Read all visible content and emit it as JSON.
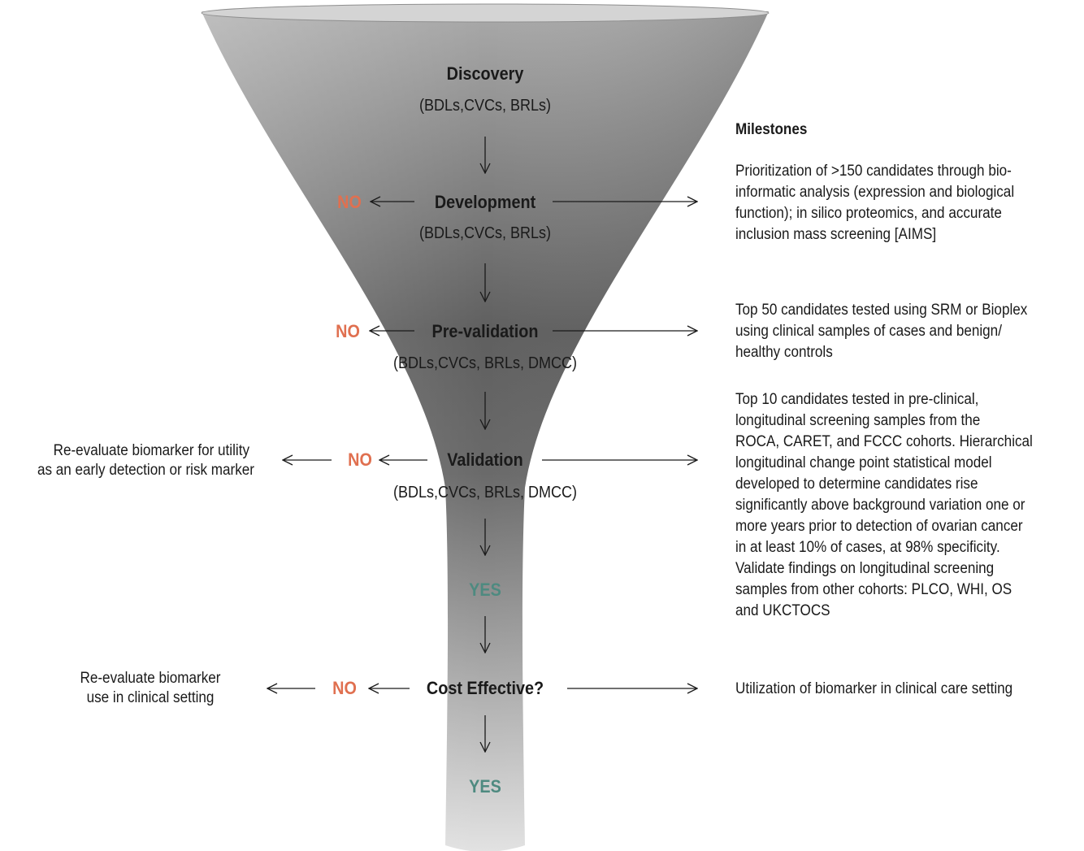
{
  "stages": {
    "discovery": {
      "title": "Discovery",
      "members": "(BDLs,CVCs, BRLs)"
    },
    "development": {
      "title": "Development",
      "members": "(BDLs,CVCs, BRLs)"
    },
    "prevalidation": {
      "title": "Pre-validation",
      "members": "(BDLs,CVCs, BRLs, DMCC)"
    },
    "validation": {
      "title": "Validation",
      "members": "(BDLs,CVCs, BRLs, DMCC)"
    },
    "cost": {
      "title": "Cost Effective?"
    }
  },
  "decisions": {
    "no": "NO",
    "yes": "YES"
  },
  "milestones": {
    "heading": "Milestones",
    "development": [
      "Prioritization of >150 candidates through bio-",
      "informatic analysis (expression and biological",
      "function); in silico proteomics, and accurate",
      "inclusion mass screening [AIMS]"
    ],
    "prevalidation": [
      "Top 50 candidates tested using SRM or Bioplex",
      "using clinical samples of cases and benign/",
      "healthy controls"
    ],
    "validation": [
      "Top 10 candidates tested in pre-clinical,",
      "longitudinal screening samples from the",
      "ROCA, CARET, and FCCC cohorts. Hierarchical",
      "longitudinal change point statistical model",
      "developed to determine candidates rise",
      "significantly above background variation one or",
      "more years prior to detection of ovarian cancer",
      "in at least 10% of cases, at 98% specificity.",
      "Validate findings on longitudinal screening",
      "samples from other cohorts: PLCO, WHI, OS",
      "and UKCTOCS"
    ],
    "cost": [
      "Utilization of biomarker in clinical care setting"
    ]
  },
  "side_notes": {
    "validation": [
      "Re-evaluate biomarker for utility",
      "as an early detection or risk marker"
    ],
    "cost": [
      "Re-evaluate biomarker",
      "use in clinical setting"
    ]
  },
  "colors": {
    "no": "#e07050",
    "yes": "#4e8a80",
    "funnel_dark": "#5a5a5a",
    "funnel_light": "#e0e0e0"
  }
}
